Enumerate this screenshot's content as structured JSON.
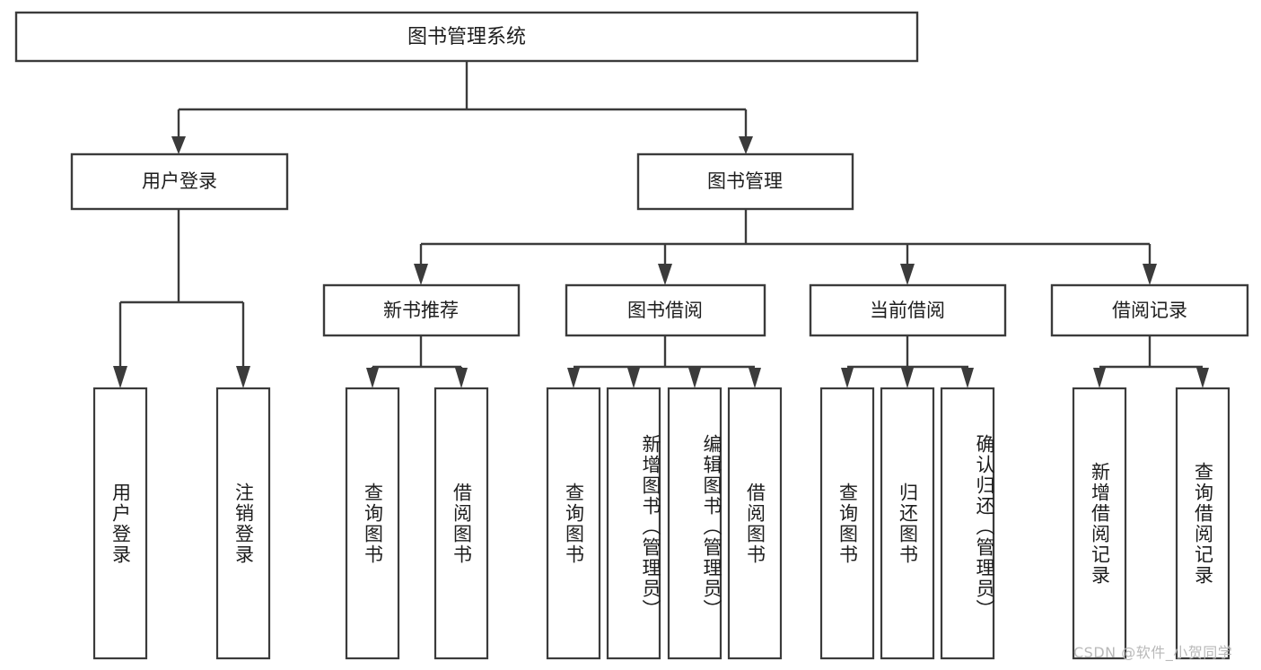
{
  "diagram": {
    "title": "图书管理系统",
    "type": "tree",
    "watermark": "CSDN @软件_小贺同学",
    "colors": {
      "stroke": "#3b3b3b",
      "fill": "#ffffff",
      "text": "#1d1d1d",
      "watermark": "#b9b9b9"
    },
    "root": {
      "label": "图书管理系统"
    },
    "level2": [
      {
        "label": "用户登录"
      },
      {
        "label": "图书管理"
      }
    ],
    "level3": [
      {
        "label": "新书推荐"
      },
      {
        "label": "图书借阅"
      },
      {
        "label": "当前借阅"
      },
      {
        "label": "借阅记录"
      }
    ],
    "leaves": {
      "user_login": [
        {
          "label": "用户登录"
        },
        {
          "label": "注销登录"
        }
      ],
      "new_book_recommend": [
        {
          "label": "查询图书"
        },
        {
          "label": "借阅图书"
        }
      ],
      "book_borrow": [
        {
          "label": "查询图书"
        },
        {
          "label": "新增图书（管理员）"
        },
        {
          "label": "编辑图书（管理员）"
        },
        {
          "label": "借阅图书"
        }
      ],
      "current_borrow": [
        {
          "label": "查询图书"
        },
        {
          "label": "归还图书"
        },
        {
          "label": "确认归还（管理员）"
        }
      ],
      "borrow_records": [
        {
          "label": "新增借阅记录"
        },
        {
          "label": "查询借阅记录"
        }
      ]
    }
  }
}
